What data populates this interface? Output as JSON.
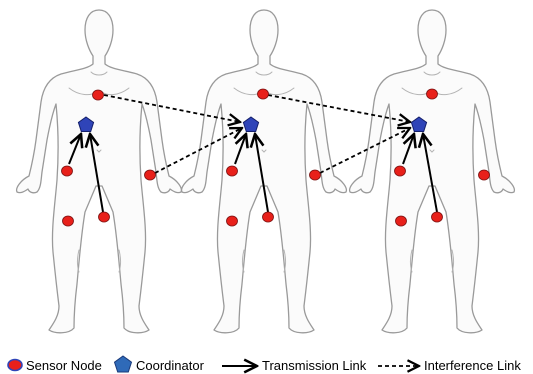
{
  "legend": {
    "sensor_node": "Sensor Node",
    "coordinator": "Coordinator",
    "transmission_link": "Transmission Link",
    "interference_link": "Interference Link"
  },
  "colors": {
    "sensor": "#e8201a",
    "coordinator": "#2f44b8",
    "link": "#000000"
  },
  "icons": {
    "sensor": "red-circle-icon",
    "coordinator": "blue-pentagon-icon",
    "transmission": "solid-arrow-icon",
    "interference": "dashed-arrow-icon"
  }
}
